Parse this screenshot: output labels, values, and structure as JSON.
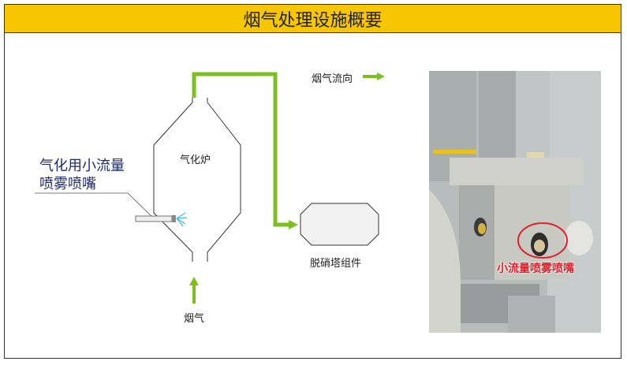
{
  "title": "烟气处理设施概要",
  "diagram": {
    "vaporizer_label": "气化炉",
    "nozzle_label_line1": "气化用小流量",
    "nozzle_label_line2": "喷雾喷嘴",
    "flue_gas_flow_label": "烟气流向",
    "denitration_label": "脱硝塔组件",
    "flue_gas_inlet_label": "烟气",
    "pipe_color": "#7dbf1f"
  },
  "photo": {
    "callout_label": "小流量喷雾喷嘴",
    "callout_color": "#e0202a"
  }
}
